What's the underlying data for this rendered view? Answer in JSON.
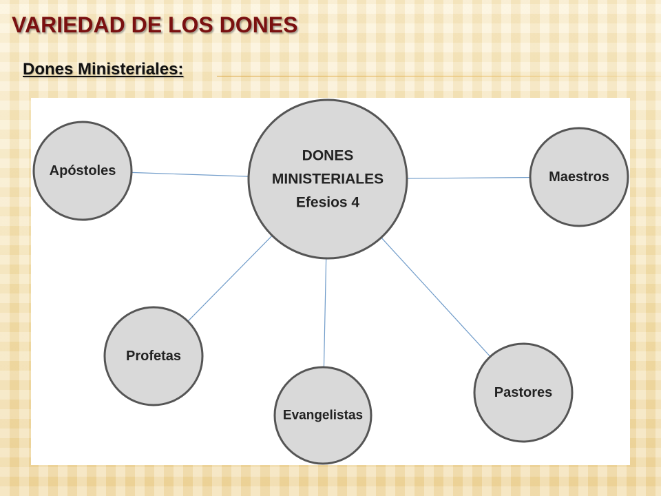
{
  "slide": {
    "title": "VARIEDAD DE LOS DONES",
    "subtitle": "Dones Ministeriales:"
  },
  "diagram": {
    "center": {
      "id": "center",
      "lines": [
        "DONES",
        "MINISTERIALES",
        "Efesios 4"
      ]
    },
    "nodes": [
      {
        "id": "apostoles",
        "label": "Apóstoles"
      },
      {
        "id": "maestros",
        "label": "Maestros"
      },
      {
        "id": "profetas",
        "label": "Profetas"
      },
      {
        "id": "evangelistas",
        "label": "Evangelistas"
      },
      {
        "id": "pastores",
        "label": "Pastores"
      }
    ],
    "edges": [
      [
        "center",
        "apostoles"
      ],
      [
        "center",
        "maestros"
      ],
      [
        "center",
        "profetas"
      ],
      [
        "center",
        "evangelistas"
      ],
      [
        "center",
        "pastores"
      ]
    ]
  }
}
